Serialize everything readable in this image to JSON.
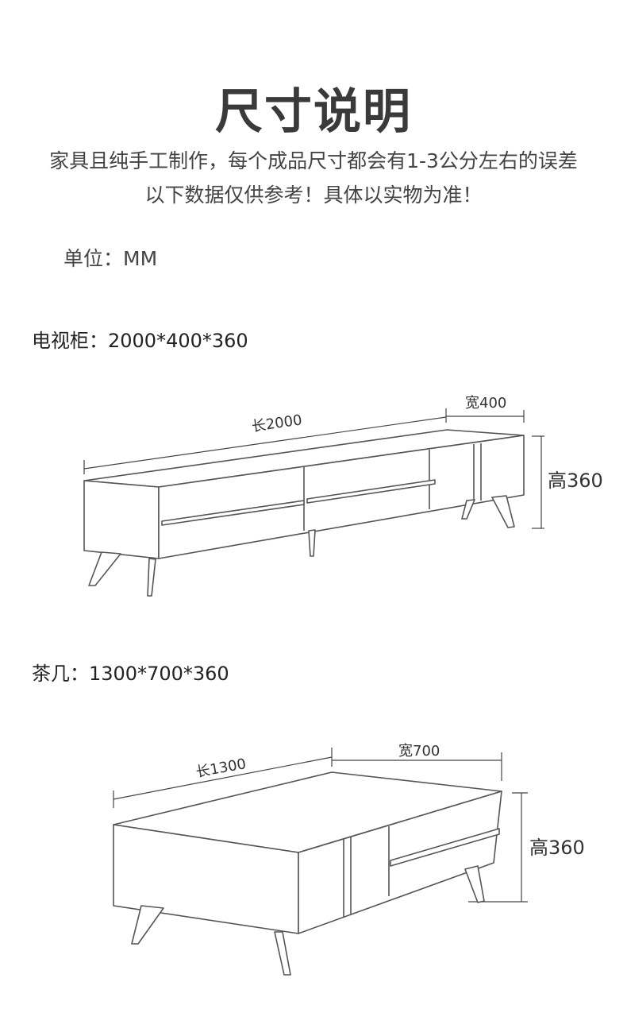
{
  "header": {
    "title": "尺寸说明",
    "note_line1": "家具且纯手工制作，每个成品尺寸都会有1-3公分左右的误差",
    "note_line2": "以下数据仅供参考！具体以实物为准！"
  },
  "unit": "单位：MM",
  "tv_cabinet": {
    "label": "电视柜：2000*400*360",
    "length_label": "长2000",
    "width_label": "宽400",
    "height_label": "高360"
  },
  "coffee_table": {
    "label": "茶几：1300*700*360",
    "length_label": "长1300",
    "width_label": "宽700",
    "height_label": "高360"
  }
}
